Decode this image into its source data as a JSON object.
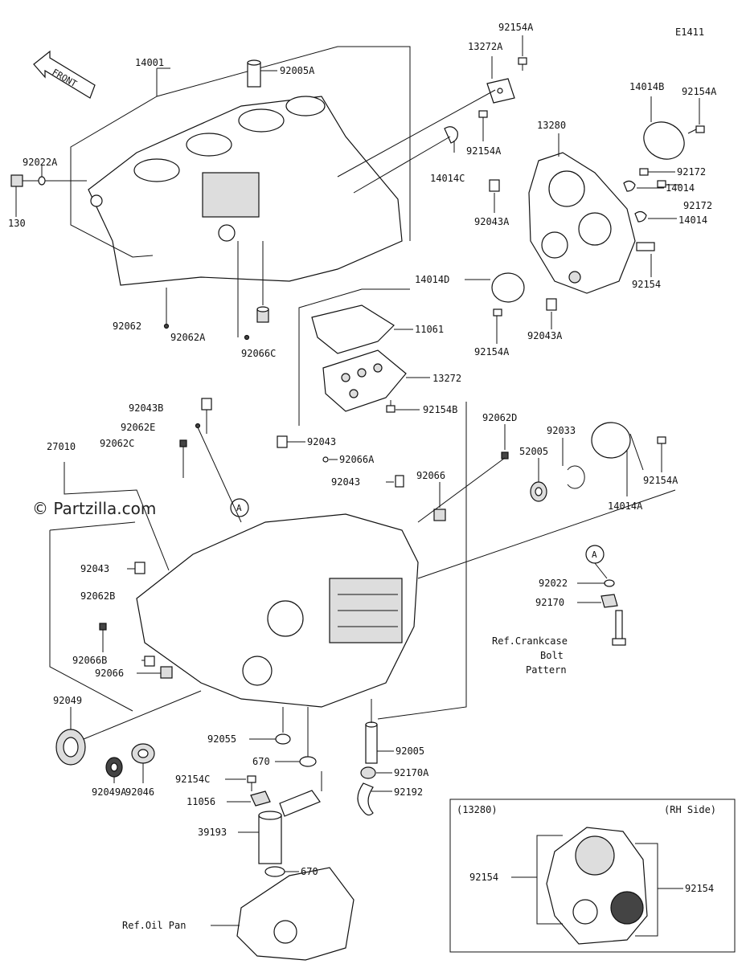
{
  "diagram_code": "E1411",
  "front_label": "FRONT",
  "watermark": "© Partzilla.com",
  "labels": {
    "p14001": "14001",
    "p92005A": "92005A",
    "p92154A_1": "92154A",
    "p13272A": "13272A",
    "p92154A_2": "92154A",
    "p14014C": "14014C",
    "p14014B": "14014B",
    "p92154A_3": "92154A",
    "p13280": "13280",
    "p92172_1": "92172",
    "p14014_1": "14014",
    "p92172_2": "92172",
    "p14014_2": "14014",
    "p92043A_1": "92043A",
    "p92154_r": "92154",
    "p14014D": "14014D",
    "p92154A_4": "92154A",
    "p92043A_2": "92043A",
    "p92022A": "92022A",
    "p130": "130",
    "p92062": "92062",
    "p92062A": "92062A",
    "p92066C": "92066C",
    "p11061": "11061",
    "p13272": "13272",
    "p92154B": "92154B",
    "p92043B": "92043B",
    "p92062E": "92062E",
    "p92062C": "92062C",
    "p92043_1": "92043",
    "p92066A": "92066A",
    "p92043_2": "92043",
    "p92066_1": "92066",
    "p92062D": "92062D",
    "p92033": "92033",
    "p52005": "52005",
    "p92154A_5": "92154A",
    "p14014A": "14014A",
    "p27010": "27010",
    "p92043_3": "92043",
    "p92062B": "92062B",
    "p92066B": "92066B",
    "p92066_2": "92066",
    "p92022": "92022",
    "p92170": "92170",
    "ref_crankcase": "Ref.Crankcase",
    "ref_bolt": "Bolt",
    "ref_pattern": "Pattern",
    "p92049": "92049",
    "p92055": "92055",
    "p670_1": "670",
    "p92005": "92005",
    "p92170A": "92170A",
    "p92154C": "92154C",
    "p11056": "11056",
    "p92192": "92192",
    "p92046": "92046",
    "p92049A": "92049A",
    "p39193": "39193",
    "p670_2": "670",
    "ref_oilpan": "Ref.Oil Pan",
    "marker_a": "A",
    "inset_title": "(13280)",
    "inset_side": "(RH Side)",
    "inset_92154_l": "92154",
    "inset_92154_r": "92154"
  }
}
